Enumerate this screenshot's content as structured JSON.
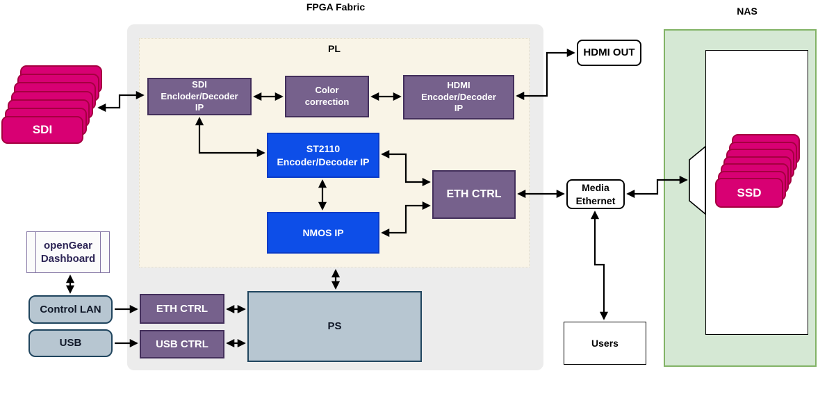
{
  "titles": {
    "fpga_fabric": "FPGA Fabric",
    "nas": "NAS",
    "pl": "PL"
  },
  "blocks": {
    "sdi_stack_label": "SDI",
    "sdi_codec": "SDI\nEncloder/Decoder\nIP",
    "color_correction": "Color\ncorrection",
    "hdmi_codec": "HDMI\nEncoder/Decoder\nIP",
    "hdmi_out": "HDMI OUT",
    "st2110": "ST2110\nEncoder/Decoder IP",
    "nmos": "NMOS IP",
    "eth_ctrl_pl": "ETH CTRL",
    "media_ethernet": "Media\nEthernet",
    "users": "Users",
    "ssd_stack_label": "SSD",
    "opengear": "openGear\nDashboard",
    "control_lan": "Control LAN",
    "usb": "USB",
    "eth_ctrl_ps": "ETH CTRL",
    "usb_ctrl": "USB CTRL",
    "ps": "PS"
  },
  "colors": {
    "stack_fill": "#d80073",
    "stack_stroke": "#a50040",
    "purple_fill": "#76618c",
    "purple_stroke": "#432f5b",
    "blue_fill": "#0d4ee8",
    "blue_stroke": "#0a3bc6",
    "steel_fill": "#b7c6d1",
    "steel_stroke": "#20455e",
    "nas_fill": "#d5e8d4",
    "nas_stroke": "#82b366",
    "fabric_fill": "#ececec",
    "pl_fill": "#f9f4e7",
    "wire": "#000000"
  }
}
